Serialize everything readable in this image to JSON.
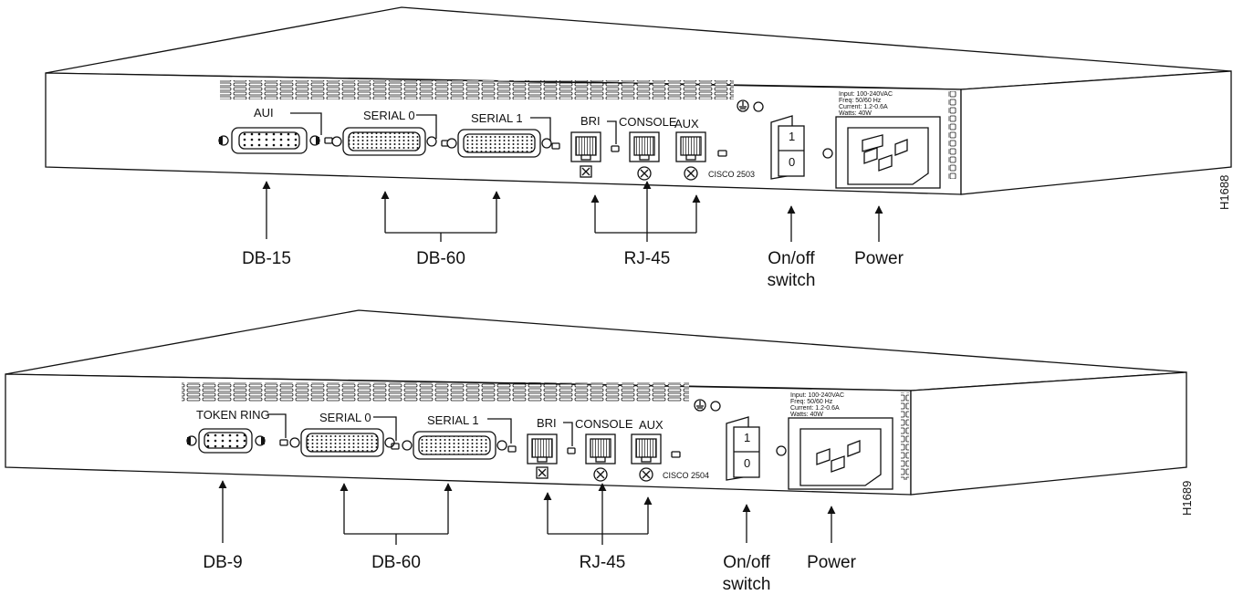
{
  "routers": [
    {
      "id": "cisco-2503",
      "figure_code": "H1688",
      "model_label": "CISCO 2503",
      "port_labels": {
        "first": "AUI",
        "serial0": "SERIAL 0",
        "serial1": "SERIAL 1",
        "bri": "BRI",
        "console": "CONSOLE",
        "aux": "AUX"
      },
      "switch_on": "1",
      "switch_off": "0",
      "power_specs": [
        "Input: 100-240VAC",
        "Freq: 50/60 Hz",
        "Current: 1.2-0.6A",
        "Watts: 40W"
      ],
      "callouts": {
        "first": "DB-15",
        "serial": "DB-60",
        "rj45": "RJ-45",
        "switch_line1": "On/off",
        "switch_line2": "switch",
        "power": "Power"
      }
    },
    {
      "id": "cisco-2504",
      "figure_code": "H1689",
      "model_label": "CISCO 2504",
      "port_labels": {
        "first": "TOKEN RING",
        "serial0": "SERIAL 0",
        "serial1": "SERIAL 1",
        "bri": "BRI",
        "console": "CONSOLE",
        "aux": "AUX"
      },
      "switch_on": "1",
      "switch_off": "0",
      "power_specs": [
        "Input: 100-240VAC",
        "Freq: 50/60 Hz",
        "Current: 1.2-0.6A",
        "Watts: 40W"
      ],
      "callouts": {
        "first": "DB-9",
        "serial": "DB-60",
        "rj45": "RJ-45",
        "switch_line1": "On/off",
        "switch_line2": "switch",
        "power": "Power"
      }
    }
  ]
}
